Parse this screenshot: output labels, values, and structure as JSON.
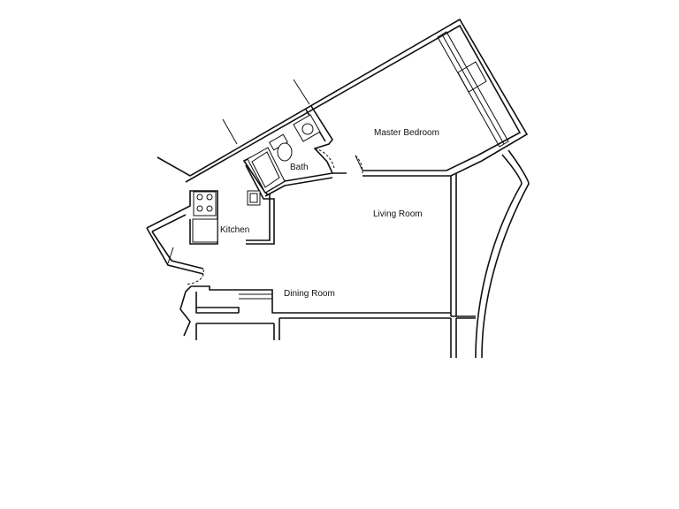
{
  "floor_plan": {
    "rooms": {
      "master_bedroom": "Master Bedroom",
      "bath": "Bath",
      "living_room": "Living Room",
      "kitchen": "Kitchen",
      "dining_room": "Dining Room"
    },
    "colors": {
      "line": "#111111",
      "background": "#ffffff"
    }
  }
}
